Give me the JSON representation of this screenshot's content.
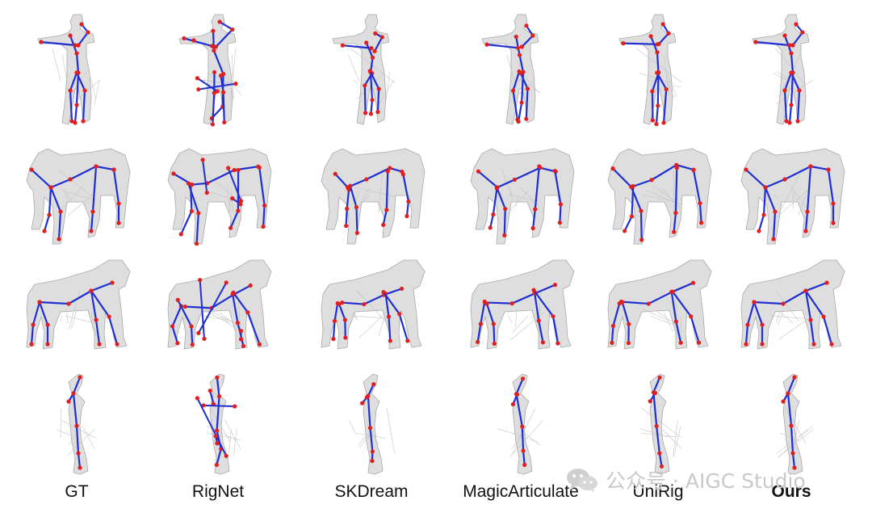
{
  "columns": [
    {
      "label": "GT",
      "bold": false
    },
    {
      "label": "RigNet",
      "bold": false
    },
    {
      "label": "SKDream",
      "bold": false
    },
    {
      "label": "MagicArticulate",
      "bold": false
    },
    {
      "label": "UniRig",
      "bold": false
    },
    {
      "label": "Ours",
      "bold": true
    }
  ],
  "rows": [
    {
      "subject": "human"
    },
    {
      "subject": "horse"
    },
    {
      "subject": "ape"
    },
    {
      "subject": "thin-object"
    }
  ],
  "watermark": {
    "text": "公众号 · AIGC Studio",
    "icon": "wechat-icon"
  },
  "colors": {
    "bone": "#1f2fd0",
    "joint": "#e02020",
    "mesh": "#dedede",
    "mesh_edge": "#a9a9a9"
  }
}
